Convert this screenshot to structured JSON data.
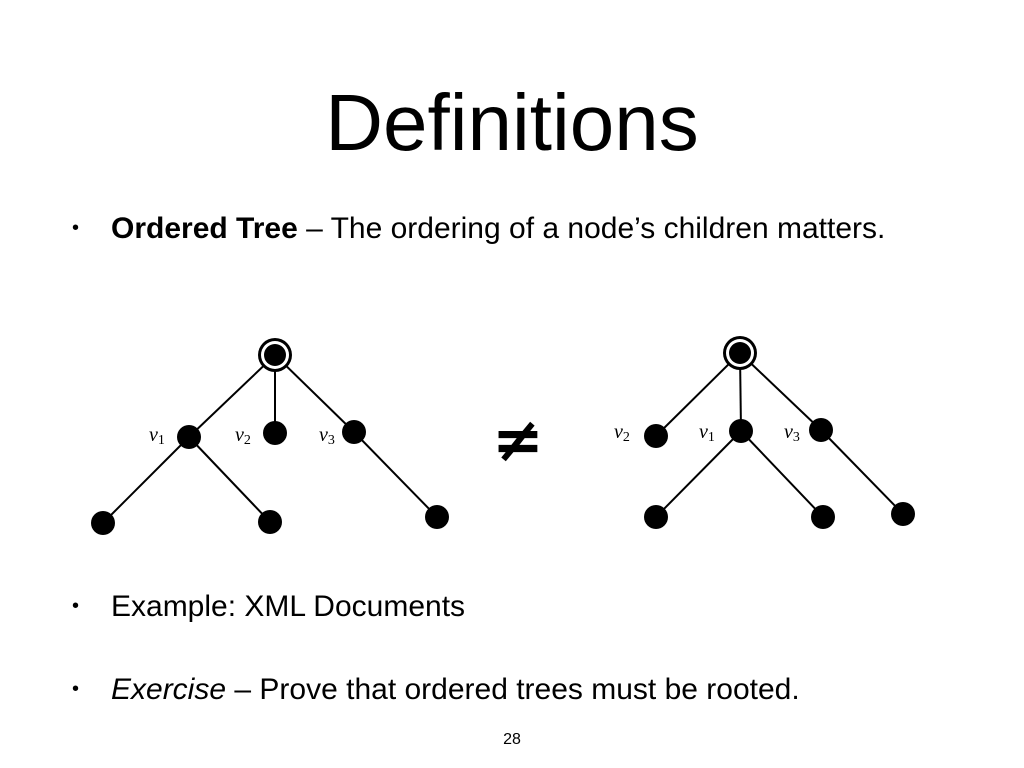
{
  "slide": {
    "title": "Definitions",
    "page_number": "28"
  },
  "bullets": [
    {
      "marker": "•",
      "term": "Ordered Tree",
      "separator": " – ",
      "text": "The ordering of a node’s children matters."
    },
    {
      "marker": "•",
      "text": "Example: XML Documents"
    },
    {
      "marker": "•",
      "term": "Exercise",
      "separator": " – ",
      "text": "Prove that ordered trees must be rooted."
    }
  ],
  "diagram": {
    "relation_symbol": "≠",
    "trees": [
      {
        "root": "root",
        "labels": [
          {
            "var": "v",
            "sub": "1"
          },
          {
            "var": "v",
            "sub": "2"
          },
          {
            "var": "v",
            "sub": "3"
          }
        ],
        "edges": [
          [
            "root",
            "v1"
          ],
          [
            "root",
            "v2"
          ],
          [
            "root",
            "v3"
          ],
          [
            "v1",
            "leaf-a"
          ],
          [
            "v1",
            "leaf-b"
          ],
          [
            "v3",
            "leaf-c"
          ]
        ]
      },
      {
        "root": "root",
        "labels": [
          {
            "var": "v",
            "sub": "2"
          },
          {
            "var": "v",
            "sub": "1"
          },
          {
            "var": "v",
            "sub": "3"
          }
        ],
        "edges": [
          [
            "root",
            "v2"
          ],
          [
            "root",
            "v1"
          ],
          [
            "root",
            "v3"
          ],
          [
            "v1",
            "leaf-a"
          ],
          [
            "v1",
            "leaf-b"
          ],
          [
            "v3",
            "leaf-c"
          ]
        ]
      }
    ]
  }
}
